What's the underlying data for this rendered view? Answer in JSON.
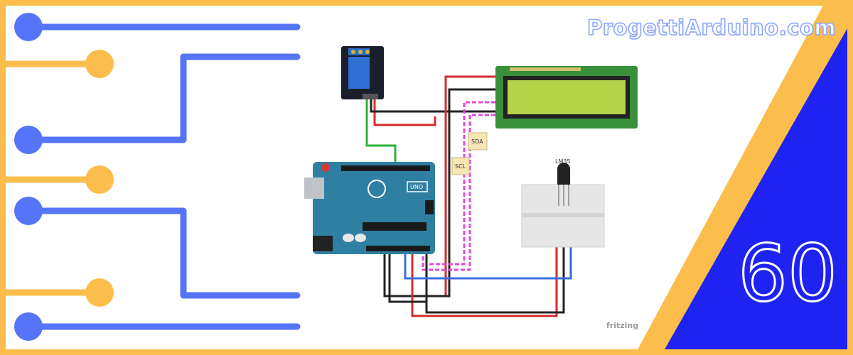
{
  "branding": {
    "site_title": "ProgettiArduino.com",
    "episode_number": "60"
  },
  "diagram": {
    "sensor_label": "LM35",
    "sda_label": "SDA",
    "scl_label": "SCL",
    "board_label": "UNO",
    "credit": "fritzing"
  },
  "colors": {
    "frame_yellow": "#fbbd4b",
    "circuit_blue": "#5574f7",
    "corner_blue": "#1f23f2",
    "board_teal": "#2f7fa3",
    "lcd_green": "#3a8f3a",
    "lcd_screen": "#b6d34a"
  }
}
